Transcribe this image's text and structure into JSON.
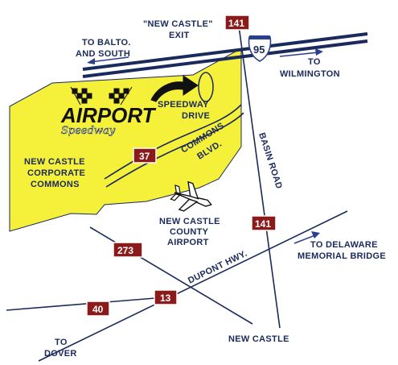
{
  "labels": {
    "exit_line1": "\"NEW CASTLE\"",
    "exit_line2": "EXIT",
    "to_balto_1": "TO BALTO.",
    "to_balto_2": "AND SOUTH",
    "to_wilm_1": "TO",
    "to_wilm_2": "WILMINGTON",
    "speedway_drive_1": "SPEEDWAY",
    "speedway_drive_2": "DRIVE",
    "commons_blvd_1": "COMMONS",
    "commons_blvd_2": "BLVD.",
    "basin_road": "BASIN ROAD",
    "corp_commons_1": "NEW CASTLE",
    "corp_commons_2": "CORPORATE",
    "corp_commons_3": "COMMONS",
    "county_airport_1": "NEW CASTLE",
    "county_airport_2": "COUNTY",
    "county_airport_3": "AIRPORT",
    "dupont_hwy": "DUPONT HWY.",
    "to_delaware_1": "TO DELAWARE",
    "to_delaware_2": "MEMORIAL BRIDGE",
    "to_dover_1": "TO",
    "to_dover_2": "DOVER",
    "new_castle_south": "NEW CASTLE"
  },
  "shields": {
    "rt141_top": "141",
    "rt141_mid": "141",
    "rt37": "37",
    "rt273": "273",
    "rt13": "13",
    "rt40": "40",
    "i95": "95"
  },
  "logo": {
    "main": "AIRPORT",
    "sub": "Speedway"
  },
  "colors": {
    "area_fill": "#f5f03a",
    "road": "#1a2a5c",
    "shield_red": "#8b1a1a",
    "label": "#1a2a5c",
    "interstate_blue": "#2a3f8f"
  },
  "icons": {
    "airplane": "airplane-icon",
    "flags": "checkered-flag-icon"
  }
}
